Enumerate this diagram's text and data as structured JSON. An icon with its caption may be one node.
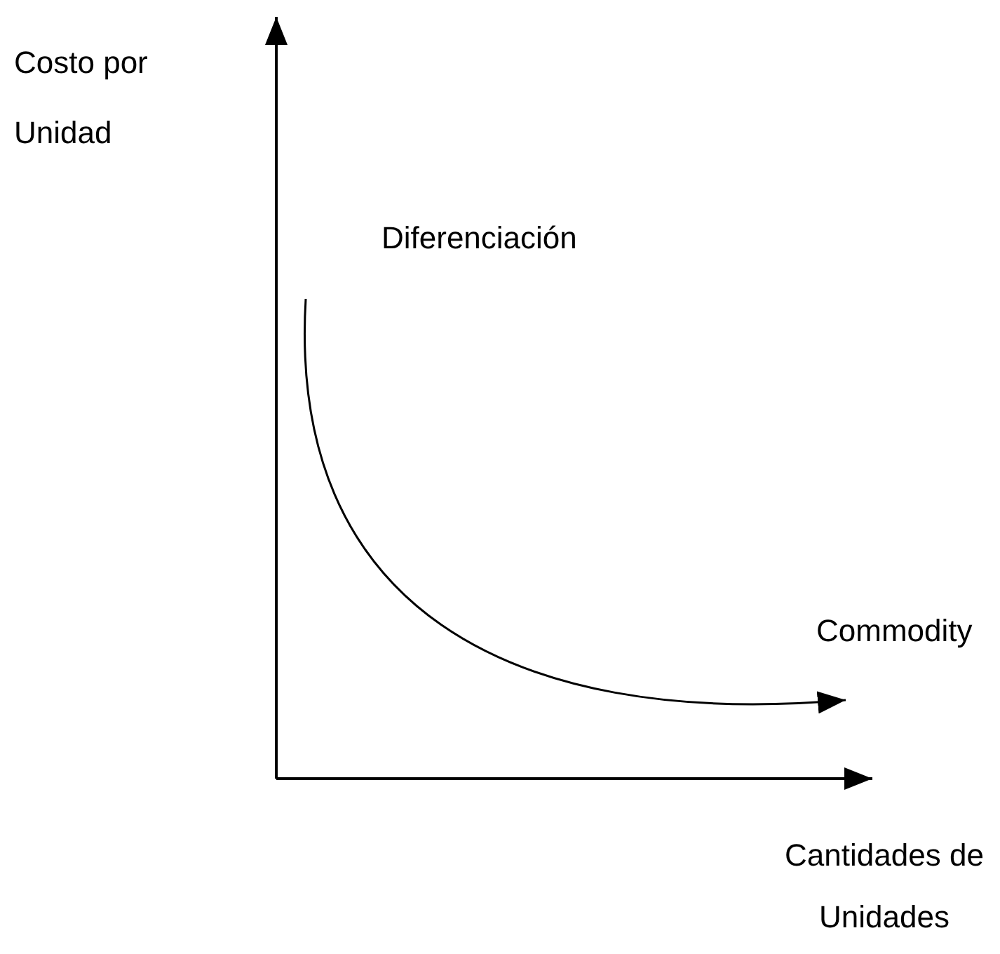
{
  "diagram": {
    "labels": [
      "Costo por Unidad",
      "Diferenciación",
      "Commodity",
      "Cantidades de Unidades"
    ]
  }
}
